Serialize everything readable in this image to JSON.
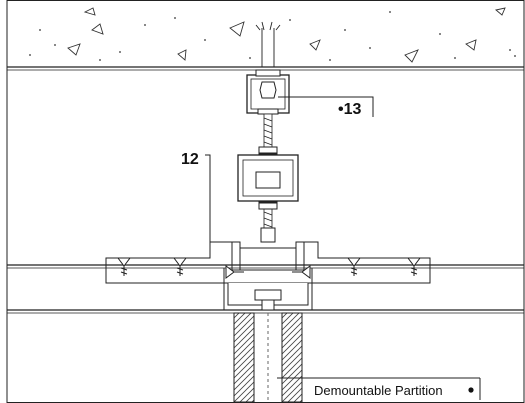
{
  "labels": {
    "callout_12": "12",
    "callout_13": "•13",
    "partition": "Demountable Partition"
  }
}
